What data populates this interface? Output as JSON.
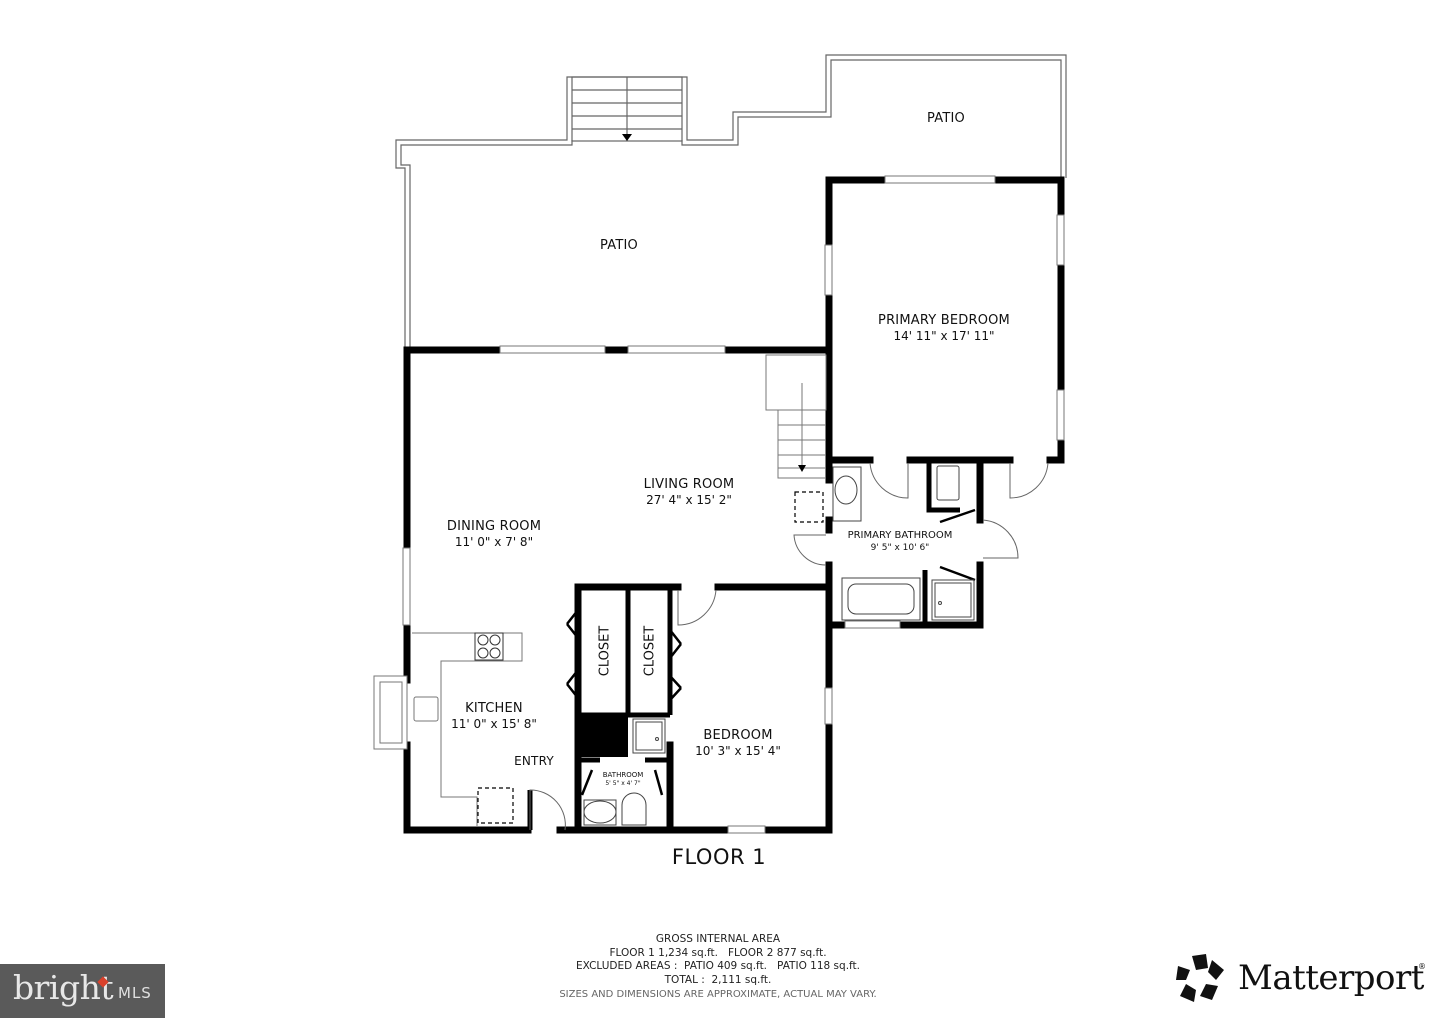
{
  "floor_plan": {
    "title": "FLOOR 1",
    "rooms": [
      {
        "id": "patio_main",
        "name": "PATIO",
        "dimensions": ""
      },
      {
        "id": "patio_right",
        "name": "PATIO",
        "dimensions": ""
      },
      {
        "id": "primary_bedroom",
        "name": "PRIMARY BEDROOM",
        "dimensions": "14' 11\" x 17' 11\""
      },
      {
        "id": "living_room",
        "name": "LIVING ROOM",
        "dimensions": "27' 4\" x 15' 2\""
      },
      {
        "id": "dining_room",
        "name": "DINING ROOM",
        "dimensions": "11' 0\" x 7' 8\""
      },
      {
        "id": "primary_bathroom",
        "name": "PRIMARY BATHROOM",
        "dimensions": "9' 5\" x 10' 6\""
      },
      {
        "id": "kitchen",
        "name": "KITCHEN",
        "dimensions": "11' 0\" x 15' 8\""
      },
      {
        "id": "entry",
        "name": "ENTRY",
        "dimensions": ""
      },
      {
        "id": "closet_1",
        "name": "CLOSET",
        "dimensions": ""
      },
      {
        "id": "closet_2",
        "name": "CLOSET",
        "dimensions": ""
      },
      {
        "id": "bedroom",
        "name": "BEDROOM",
        "dimensions": "10' 3\" x 15' 4\""
      },
      {
        "id": "bathroom",
        "name": "BATHROOM",
        "dimensions": "5' 5\" x 4' 7\""
      }
    ]
  },
  "area_summary": {
    "heading": "GROSS INTERNAL AREA",
    "floors_line": "FLOOR 1 1,234 sq.ft.   FLOOR 2 877 sq.ft.",
    "excluded_line": "EXCLUDED AREAS :  PATIO 409 sq.ft.   PATIO 118 sq.ft.",
    "total_line": "TOTAL :  2,111 sq.ft.",
    "disclaimer": "SIZES AND DIMENSIONS ARE APPROXIMATE, ACTUAL MAY VARY."
  },
  "branding": {
    "left_logo": {
      "word": "bright",
      "suffix": "MLS",
      "accent_color": "#d9412b",
      "background": "#5a5a5a"
    },
    "right_logo": {
      "word": "Matterport",
      "registered": "®"
    }
  },
  "colors": {
    "wall": "#000000",
    "line": "#555555",
    "background": "#ffffff"
  }
}
